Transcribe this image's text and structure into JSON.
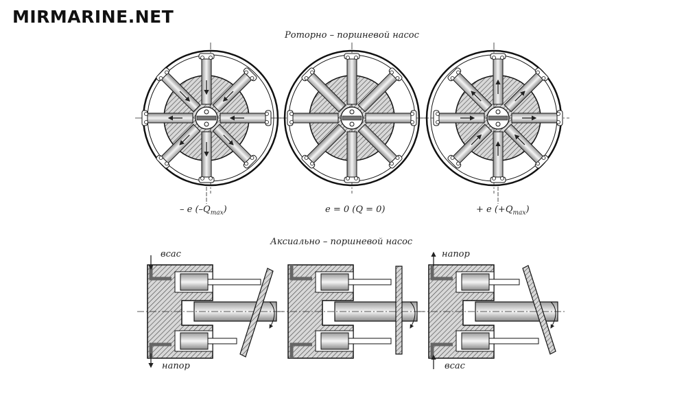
{
  "watermark": "MIRMARINE.NET",
  "rotary": {
    "title": "Роторно – поршневой насос",
    "labels": [
      "– e (–Q",
      "e = 0 (Q = 0)",
      "+ e (+Q"
    ],
    "sub": "max",
    "close": ")"
  },
  "axial": {
    "title": "Аксиально – поршневой насос",
    "suction": "всас",
    "discharge": "напор"
  }
}
